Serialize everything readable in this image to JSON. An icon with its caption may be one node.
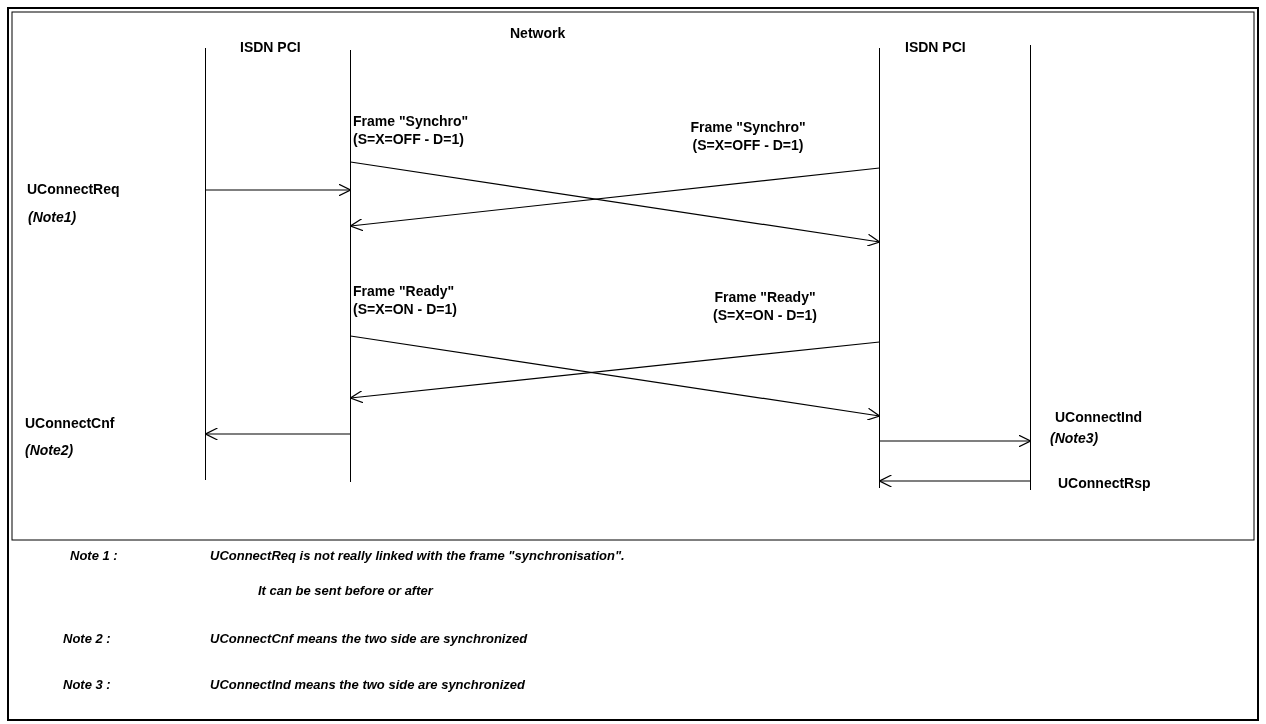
{
  "diagram": {
    "nodes": [
      {
        "text": [],
        "shape": "bar"
      },
      {
        "text": [],
        "shape": "bar"
      },
      {
        "text": [],
        "shape": "bar"
      },
      {
        "text": [],
        "shape": "bar"
      }
    ],
    "edges": [
      {
        "from": 0,
        "to": 1,
        "arrow": "to"
      },
      {
        "from": 1,
        "to": 2,
        "arrow": "to",
        "label": "Frame \"Synchro\" (S=X=OFF - D=1)"
      },
      {
        "from": 2,
        "to": 1,
        "arrow": "to",
        "label": "Frame \"Synchro\" (S=X=OFF - D=1)"
      },
      {
        "from": 1,
        "to": 2,
        "arrow": "to",
        "label": "Frame \"Ready\" (S=X=ON - D=1)"
      },
      {
        "from": 2,
        "to": 1,
        "arrow": "to",
        "label": "Frame \"Ready\" (S=X=ON - D=1)"
      },
      {
        "from": 1,
        "to": 0,
        "arrow": "to"
      },
      {
        "from": 2,
        "to": 3,
        "arrow": "to"
      },
      {
        "from": 3,
        "to": 2,
        "arrow": "to"
      }
    ],
    "labels": [
      "ISDN PCI",
      "Network",
      "ISDN PCI",
      "UConnectReq",
      "(Note1)",
      "UConnectCnf",
      "(Note2)",
      "UConnectInd",
      "(Note3)",
      "UConnectRsp",
      "Note 1 :",
      "UConnectReq is not really linked with the frame \"synchronisation\".",
      "It can be sent before or after",
      "Note 2 :",
      "UConnectCnf means the two side are synchronized",
      "Note 3 :",
      "UConnectInd means the two side are synchronized"
    ]
  }
}
